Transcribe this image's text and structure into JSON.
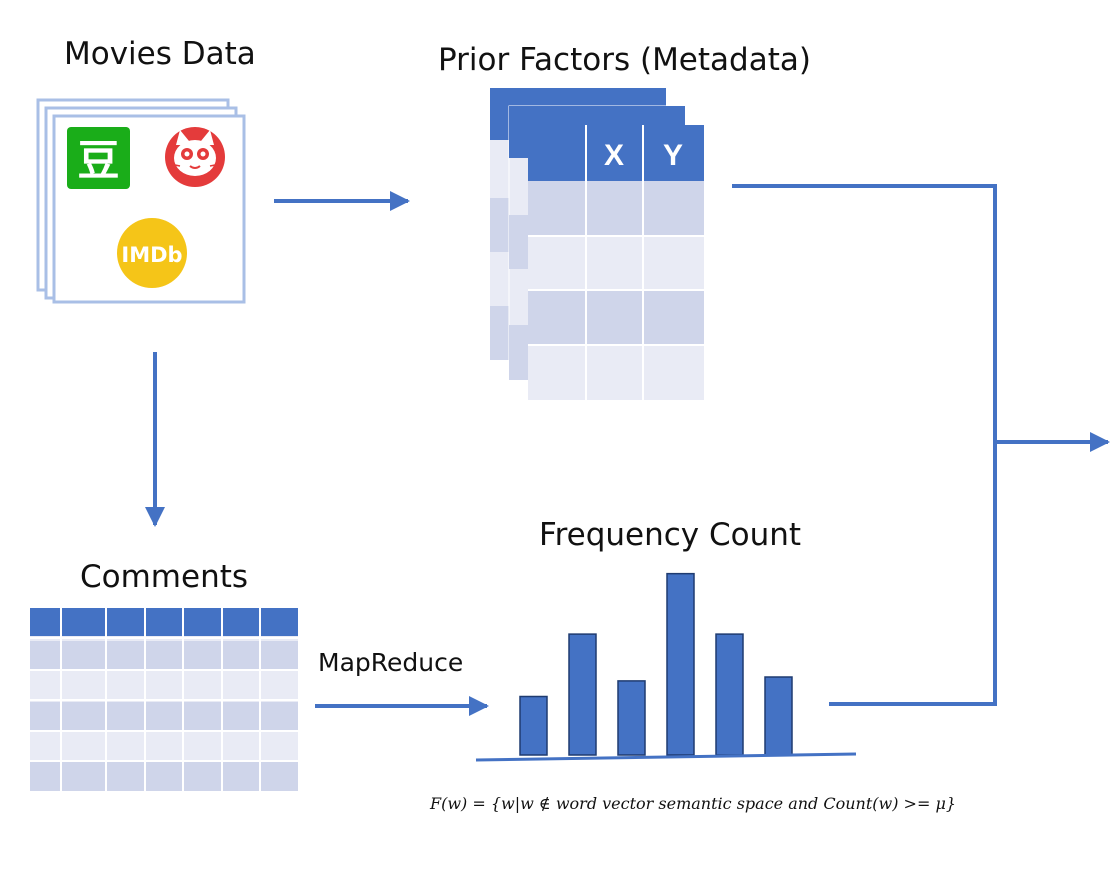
{
  "titles": {
    "movies_data": "Movies Data",
    "prior_factors": "Prior Factors (Metadata)",
    "comments": "Comments",
    "frequency_count": "Frequency Count"
  },
  "edge_labels": {
    "mapreduce": "MapReduce"
  },
  "metadata_table": {
    "headers": [
      "",
      "X",
      "Y"
    ]
  },
  "logos": {
    "douban": {
      "text": "豆",
      "color": "#1aad19",
      "icon": "douban-logo"
    },
    "maoyan": {
      "color": "#e43b3b",
      "icon": "cat-logo"
    },
    "imdb": {
      "text": "IMDb",
      "color": "#f5c518",
      "icon": "imdb-logo"
    }
  },
  "frequency_chart": {
    "type": "bar",
    "values": [
      3,
      6.2,
      3.8,
      9.3,
      6.2,
      4
    ]
  },
  "formula": "F(w) = {w|w ∉ word vector semantic space and Count(w) >= μ}",
  "colors": {
    "accent": "#4472c4",
    "row_dark": "#cfd5ea",
    "row_light": "#e9ebf5",
    "stack_border": "#a9bfe6"
  }
}
